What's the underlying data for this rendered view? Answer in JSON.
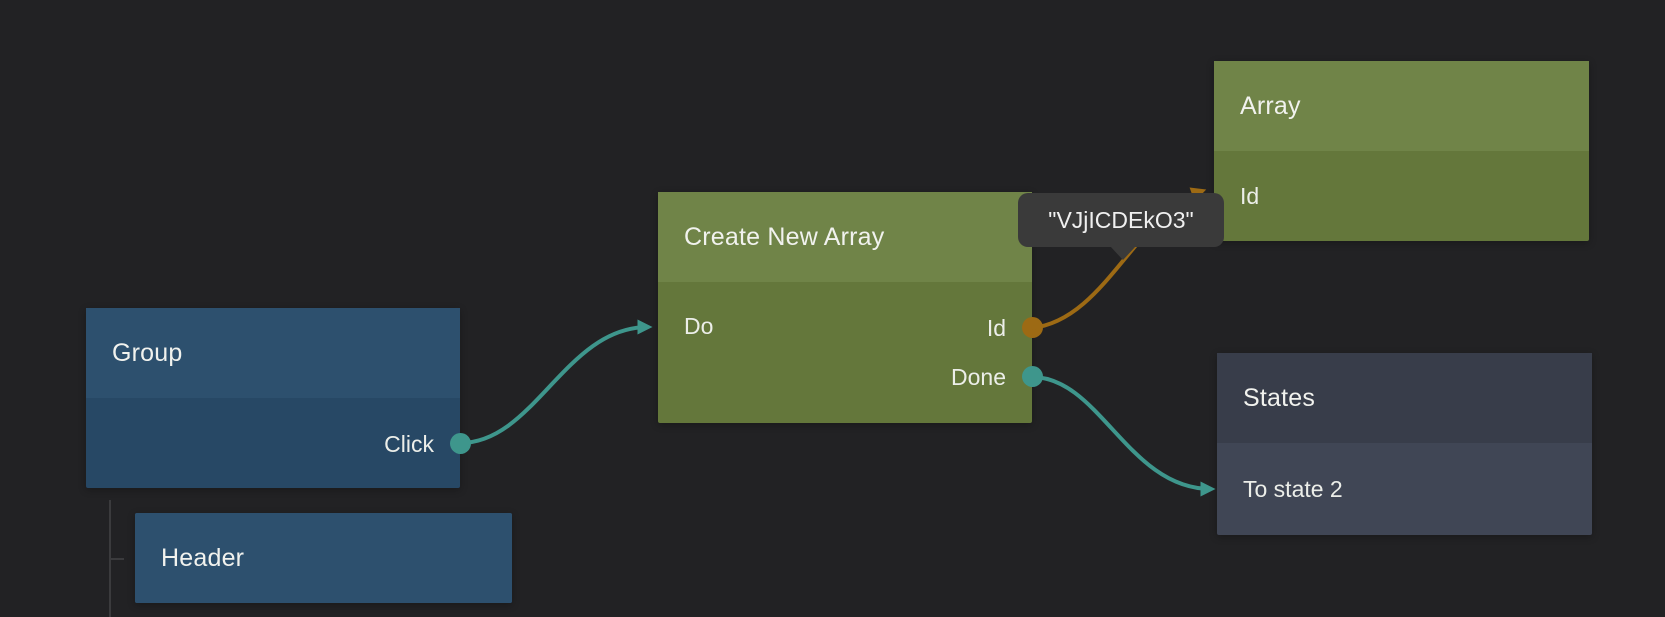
{
  "colors": {
    "background": "#222224",
    "teal": "#3e968c",
    "orange": "#9d6a14",
    "blue_header": "#2d506e",
    "blue_body": "#274865",
    "green_header": "#708448",
    "green_body": "#64773b",
    "slate_header": "#383d4a",
    "slate_body": "#404655",
    "tooltip_bg": "#3a3a3a",
    "tooltip_text": "#f0f0f0",
    "title_text": "#f1f2ee",
    "port_text": "#eceee9",
    "tree_line": "#3b3b3d"
  },
  "nodes": {
    "group": {
      "title": "Group",
      "ports": {
        "click": "Click"
      }
    },
    "create_new_array": {
      "title": "Create New Array",
      "ports": {
        "do": "Do",
        "id": "Id",
        "done": "Done"
      }
    },
    "array": {
      "title": "Array",
      "ports": {
        "id": "Id"
      }
    },
    "states": {
      "title": "States",
      "ports": {
        "to_state_2": "To state 2"
      }
    },
    "header": {
      "title": "Header"
    }
  },
  "tooltip": {
    "text": "\"VJjICDEkO3\""
  },
  "connections": [
    {
      "from": "Group.Click",
      "to": "Create New Array.Do",
      "color": "teal"
    },
    {
      "from": "Create New Array.Id",
      "to": "Array.Id",
      "color": "orange"
    },
    {
      "from": "Create New Array.Done",
      "to": "States.To state 2",
      "color": "teal"
    }
  ],
  "hierarchy": [
    {
      "parent": "Group",
      "child": "Header"
    }
  ]
}
